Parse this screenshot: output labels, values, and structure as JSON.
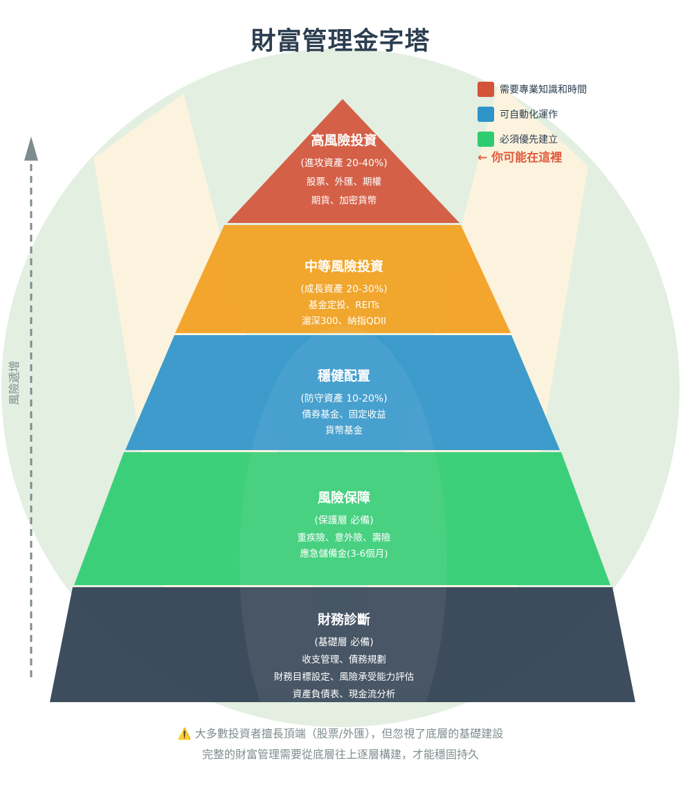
{
  "title": "財富管理金字塔",
  "legend": [
    {
      "label": "需要專業知識和時間",
      "color": "#d35439"
    },
    {
      "label": "可自動化運作",
      "color": "#2f94c9"
    },
    {
      "label": "必須優先建立",
      "color": "#2ecc71"
    }
  ],
  "marker": "← 你可能在這裡",
  "axis_label": "風險遞增",
  "layers": [
    {
      "name": "高風險投資",
      "sub": "(進攻資產 20-40%)",
      "desc": [
        "股票、外匯、期權",
        "期貨、加密貨幣"
      ],
      "color": "#d35439"
    },
    {
      "name": "中等風險投資",
      "sub": "(成長資產 20-30%)",
      "desc": [
        "基金定投、REITs",
        "滬深300、納指QDII"
      ],
      "color": "#f2a01d"
    },
    {
      "name": "穩健配置",
      "sub": "(防守資產 10-20%)",
      "desc": [
        "債券基金、固定收益",
        "貨幣基金"
      ],
      "color": "#2f94c9"
    },
    {
      "name": "風險保障",
      "sub": "(保護層 必備)",
      "desc": [
        "重疾險、意外險、壽險",
        "應急儲備金(3-6個月)"
      ],
      "color": "#2ecc71"
    },
    {
      "name": "財務診斷",
      "sub": "(基礎層 必備)",
      "desc": [
        "收支管理、債務規劃",
        "財務目標設定、風險承受能力評估",
        "資產負債表、現金流分析"
      ],
      "color": "#2c3e50"
    }
  ],
  "footer": {
    "icon": "warning-icon",
    "line1": "大多數投資者擅長頂端（股票/外匯），但忽視了底層的基礎建設",
    "line2": "完整的財富管理需要從底層往上逐層構建，才能穩固持久"
  }
}
